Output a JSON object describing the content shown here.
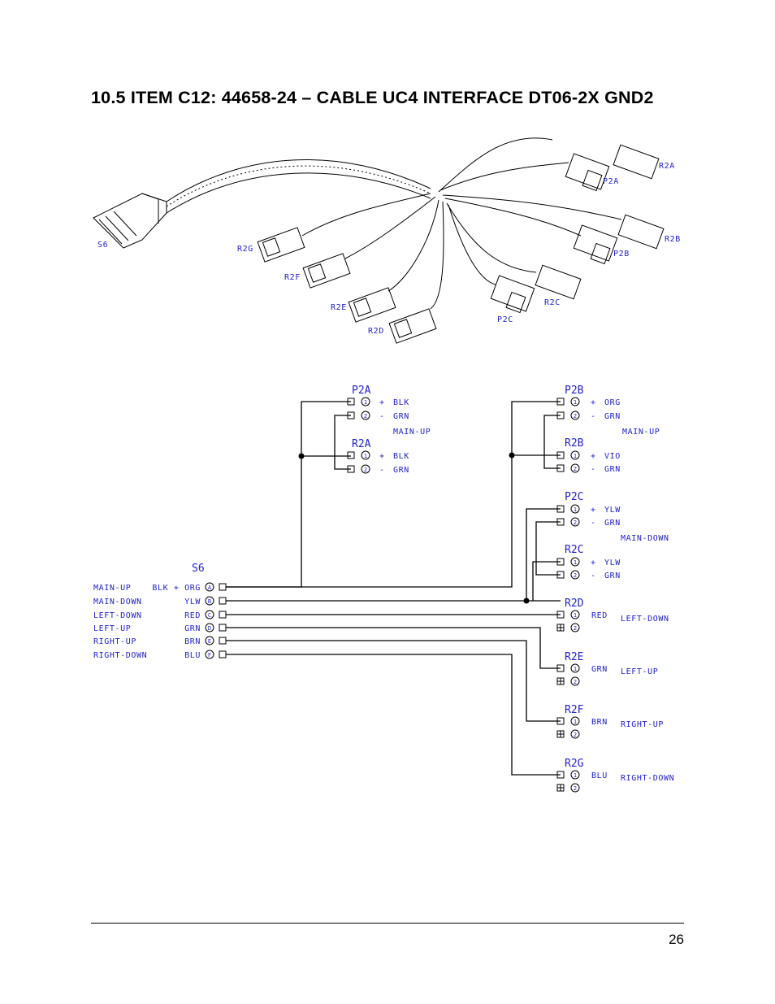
{
  "document": {
    "heading": "10.5  ITEM C12: 44658-24 – CABLE UC4 INTERFACE DT06-2X GND2",
    "page_number": "26",
    "colors": {
      "label_blue": "#2222cc",
      "line_black": "#000000"
    }
  },
  "harness_drawing": {
    "labels": [
      "S6",
      "R2G",
      "R2F",
      "R2E",
      "R2D",
      "R2A",
      "P2A",
      "R2B",
      "P2B",
      "P2C",
      "R2C"
    ]
  },
  "schematic": {
    "source_connector": {
      "name": "S6",
      "rows": [
        {
          "function": "MAIN-UP",
          "color": "BLK + ORG",
          "pin": "A"
        },
        {
          "function": "MAIN-DOWN",
          "color": "YLW",
          "pin": "B"
        },
        {
          "function": "LEFT-DOWN",
          "color": "RED",
          "pin": "C"
        },
        {
          "function": "LEFT-UP",
          "color": "GRN",
          "pin": "D"
        },
        {
          "function": "RIGHT-UP",
          "color": "BRN",
          "pin": "E"
        },
        {
          "function": "RIGHT-DOWN",
          "color": "BLU",
          "pin": "F"
        }
      ]
    },
    "pair_connectors": [
      {
        "name": "P2A",
        "pins": [
          {
            "pin": "1",
            "sign": "+",
            "color": "BLK"
          },
          {
            "pin": "2",
            "sign": "-",
            "color": "GRN"
          }
        ]
      },
      {
        "name": "R2A",
        "pins": [
          {
            "pin": "1",
            "sign": "+",
            "color": "BLK"
          },
          {
            "pin": "2",
            "sign": "-",
            "color": "GRN"
          }
        ]
      },
      {
        "name": "P2B",
        "pins": [
          {
            "pin": "1",
            "sign": "+",
            "color": "ORG"
          },
          {
            "pin": "2",
            "sign": "-",
            "color": "GRN"
          }
        ]
      },
      {
        "name": "R2B",
        "pins": [
          {
            "pin": "1",
            "sign": "+",
            "color": "VIO"
          },
          {
            "pin": "2",
            "sign": "-",
            "color": "GRN"
          }
        ]
      },
      {
        "name": "P2C",
        "pins": [
          {
            "pin": "1",
            "sign": "+",
            "color": "YLW"
          },
          {
            "pin": "2",
            "sign": "-",
            "color": "GRN"
          }
        ]
      },
      {
        "name": "R2C",
        "pins": [
          {
            "pin": "1",
            "sign": "+",
            "color": "YLW"
          },
          {
            "pin": "2",
            "sign": "-",
            "color": "GRN"
          }
        ]
      }
    ],
    "group_labels": {
      "p2a_r2a": "MAIN-UP",
      "p2b_r2b": "MAIN-UP",
      "p2c_r2c": "MAIN-DOWN"
    },
    "single_connectors": [
      {
        "name": "R2D",
        "pin": "1",
        "color": "RED",
        "function": "LEFT-DOWN"
      },
      {
        "name": "R2E",
        "pin": "1",
        "color": "GRN",
        "function": "LEFT-UP"
      },
      {
        "name": "R2F",
        "pin": "1",
        "color": "BRN",
        "function": "RIGHT-UP"
      },
      {
        "name": "R2G",
        "pin": "1",
        "color": "BLU",
        "function": "RIGHT-DOWN"
      }
    ],
    "unused_pin": "2"
  }
}
